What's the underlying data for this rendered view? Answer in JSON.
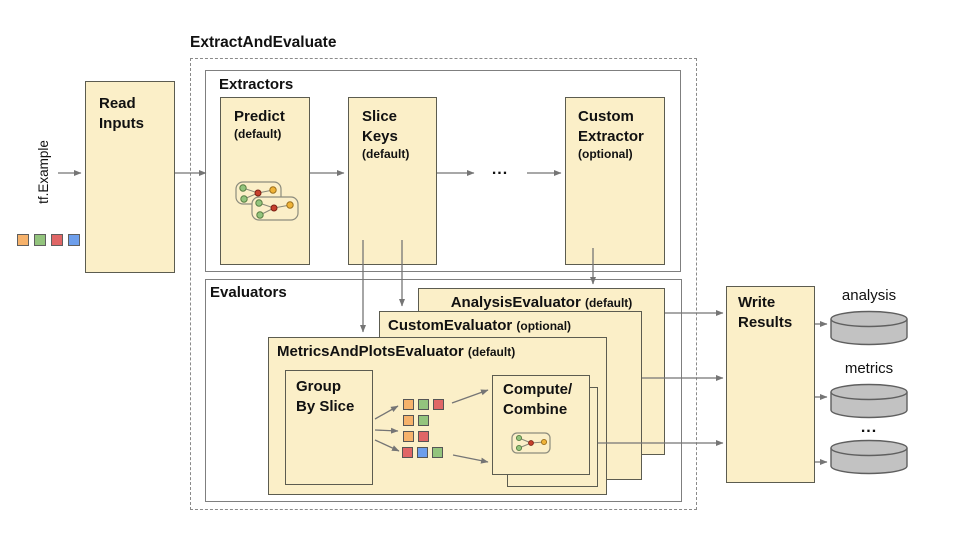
{
  "palette": {
    "orange": "#F6B26B",
    "green": "#93C47D",
    "red": "#E06666",
    "blue": "#6D9EEB",
    "box_fill": "#FBEFC8",
    "box_border": "#5c5c50",
    "container_border": "#7f7f7f",
    "arrow": "#757575",
    "cylinder_fill": "#C2C2C2",
    "cylinder_border": "#5f5f5f",
    "node_green": "#93C47D",
    "node_red": "#C7402D",
    "node_yellow": "#EFB338"
  },
  "title": "ExtractAndEvaluate",
  "input": {
    "label": "tf.Example",
    "squares": [
      "orange",
      "green",
      "red",
      "blue"
    ]
  },
  "read_inputs": {
    "lines": [
      "Read",
      "Inputs"
    ]
  },
  "extractors": {
    "label": "Extractors",
    "predict": {
      "title": "Predict",
      "subtitle": "(default)"
    },
    "slice_keys": {
      "lines": [
        "Slice",
        "Keys"
      ],
      "subtitle": "(default)"
    },
    "custom_extractor": {
      "lines": [
        "Custom",
        "Extractor"
      ],
      "subtitle": "(optional)"
    },
    "ellipsis": "..."
  },
  "evaluators": {
    "label": "Evaluators",
    "analysis_evaluator": {
      "title": "AnalysisEvaluator",
      "subtitle": "(default)"
    },
    "custom_evaluator": {
      "title": "CustomEvaluator",
      "subtitle": "(optional)"
    },
    "metrics_and_plots_evaluator": {
      "title": "MetricsAndPlotsEvaluator",
      "subtitle": "(default)"
    },
    "group_by_slice": {
      "lines": [
        "Group",
        "By Slice"
      ]
    },
    "slice_grid": {
      "rows": [
        [
          "orange",
          "green",
          "red"
        ],
        [
          "orange",
          "green"
        ],
        [
          "orange",
          "red"
        ],
        [
          "red",
          "blue",
          "green"
        ]
      ]
    },
    "compute_combine": {
      "lines": [
        "Compute/",
        "Combine"
      ]
    }
  },
  "write_results": {
    "lines": [
      "Write",
      "Results"
    ]
  },
  "outputs": {
    "items": [
      {
        "label": "analysis"
      },
      {
        "label": "metrics"
      },
      {
        "label": "..."
      }
    ]
  }
}
